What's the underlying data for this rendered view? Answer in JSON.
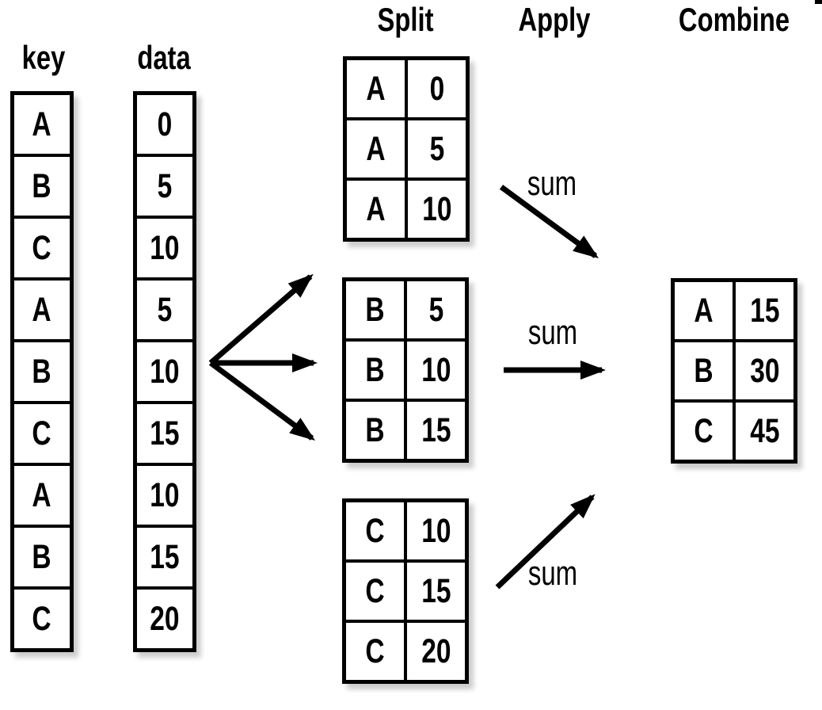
{
  "headers": {
    "key": "key",
    "data": "data",
    "split": "Split",
    "apply": "Apply",
    "combine": "Combine"
  },
  "source_table": {
    "key_column": [
      "A",
      "B",
      "C",
      "A",
      "B",
      "C",
      "A",
      "B",
      "C"
    ],
    "data_column": [
      "0",
      "5",
      "10",
      "5",
      "10",
      "15",
      "10",
      "15",
      "20"
    ]
  },
  "split_tables": [
    {
      "group": "A",
      "rows": [
        [
          "A",
          "0"
        ],
        [
          "A",
          "5"
        ],
        [
          "A",
          "10"
        ]
      ]
    },
    {
      "group": "B",
      "rows": [
        [
          "B",
          "5"
        ],
        [
          "B",
          "10"
        ],
        [
          "B",
          "15"
        ]
      ]
    },
    {
      "group": "C",
      "rows": [
        [
          "C",
          "10"
        ],
        [
          "C",
          "15"
        ],
        [
          "C",
          "20"
        ]
      ]
    }
  ],
  "apply": {
    "operation_labels": [
      "sum",
      "sum",
      "sum"
    ]
  },
  "combine_table": {
    "rows": [
      [
        "A",
        "15"
      ],
      [
        "B",
        "30"
      ],
      [
        "C",
        "45"
      ]
    ]
  },
  "colors": {
    "ink": "#000000",
    "background": "#ffffff"
  }
}
